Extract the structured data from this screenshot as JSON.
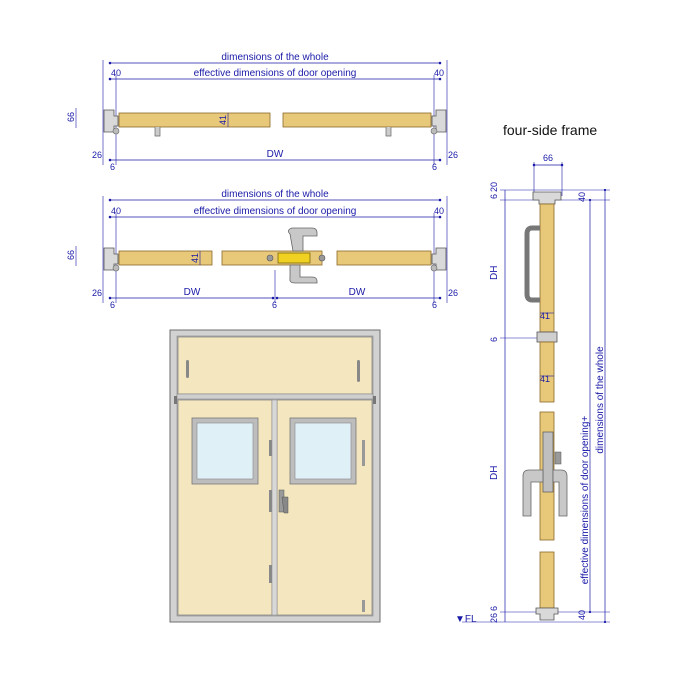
{
  "title": "four-side frame",
  "labels": {
    "whole": "dimensions of the whole",
    "opening": "effective dimensions of door opening",
    "opening_plus": "effective dimensions of door opening+",
    "whole_v": "dimensions of the whole",
    "dw": "DW",
    "dh": "DH",
    "fl": "▼FL"
  },
  "numbers": {
    "n40": "40",
    "n66": "66",
    "n26": "26",
    "n6": "6",
    "n41": "41",
    "n20": "20"
  },
  "colors": {
    "dimension": "#1a1aa8",
    "leaf": "#e8c97a",
    "leaf_stroke": "#8a6a2a",
    "panel": "#f4e6be",
    "frame": "#c9c9c9",
    "glass": "#dff0f7"
  }
}
